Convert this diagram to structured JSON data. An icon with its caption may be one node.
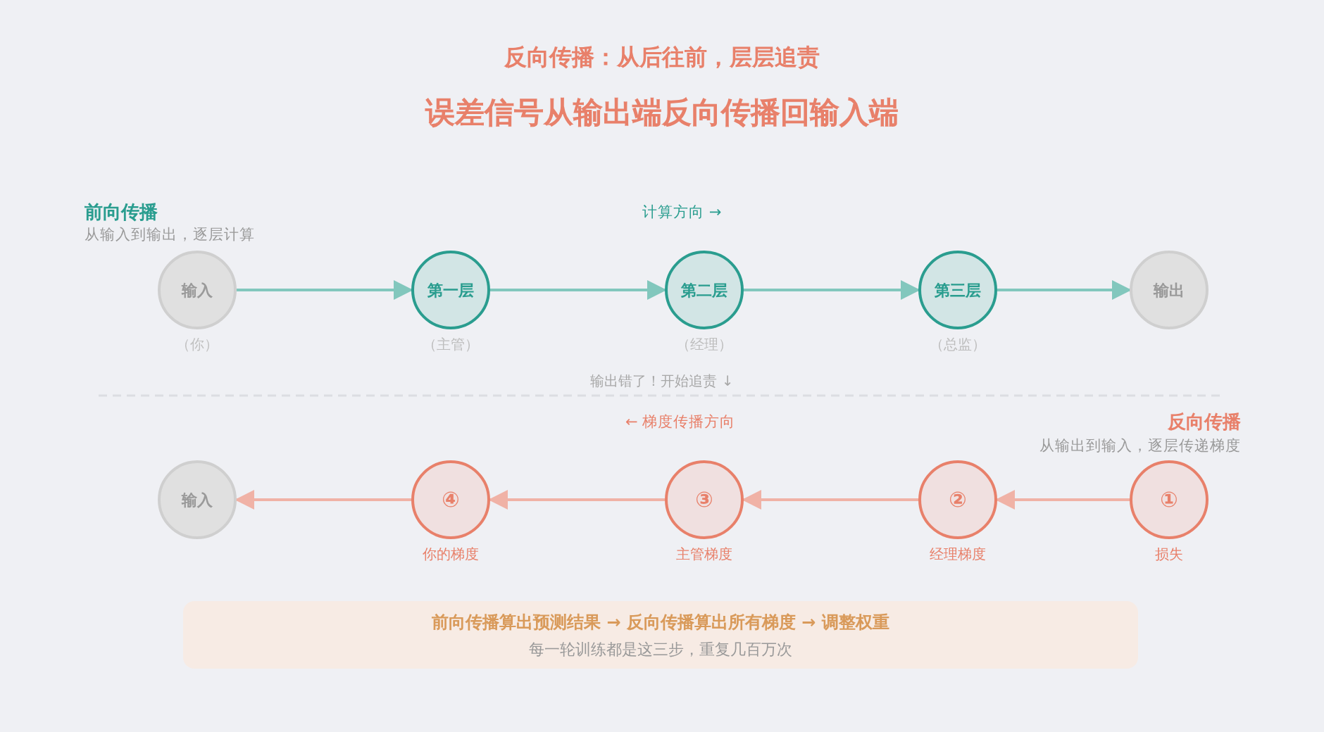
{
  "diagram": {
    "title": "反向传播：从后往前，层层追责",
    "nodes": [
      {
        "text": [
          "输入"
        ],
        "beside": [
          "（你）"
        ]
      },
      {
        "text": [
          "第一层"
        ],
        "beside": [
          "（主管）"
        ]
      },
      {
        "text": [
          "第二层"
        ],
        "beside": [
          "（经理）"
        ]
      },
      {
        "text": [
          "第三层"
        ],
        "beside": [
          "（总监）"
        ]
      },
      {
        "text": [
          "输出"
        ]
      },
      {
        "text": [
          "输入"
        ]
      },
      {
        "text": [
          "④"
        ],
        "beside": [
          "你的梯度"
        ]
      },
      {
        "text": [
          "③"
        ],
        "beside": [
          "主管梯度"
        ]
      },
      {
        "text": [
          "②"
        ],
        "beside": [
          "经理梯度"
        ]
      },
      {
        "text": [
          "①"
        ],
        "beside": [
          "损失"
        ]
      },
      {
        "text": [
          "前向传播算出预测结果 → 反向传播算出所有梯度 → 调整权重",
          "每一轮训练都是这三步，重复几百万次"
        ]
      }
    ],
    "edges": [
      {
        "from": 0,
        "to": 1,
        "arrow": "to"
      },
      {
        "from": 1,
        "to": 2,
        "arrow": "to"
      },
      {
        "from": 2,
        "to": 3,
        "arrow": "to"
      },
      {
        "from": 3,
        "to": 4,
        "arrow": "to"
      },
      {
        "from": 9,
        "to": 8,
        "arrow": "to",
        "color": "#f0b2a6"
      },
      {
        "from": 8,
        "to": 7,
        "arrow": "to",
        "color": "#f0b2a6"
      },
      {
        "from": 7,
        "to": 6,
        "arrow": "to",
        "color": "#f0b2a6"
      },
      {
        "from": 6,
        "to": 5,
        "arrow": "to",
        "color": "#f0b2a6"
      }
    ],
    "labels": [
      "误差信号从输出端反向传播回输入端",
      "前向传播",
      "从输入到输出，逐层计算",
      "计算方向 →",
      "输出错了！开始追责 ↓",
      "← 梯度传播方向",
      "反向传播",
      "从输出到输入，逐层传递梯度"
    ]
  }
}
